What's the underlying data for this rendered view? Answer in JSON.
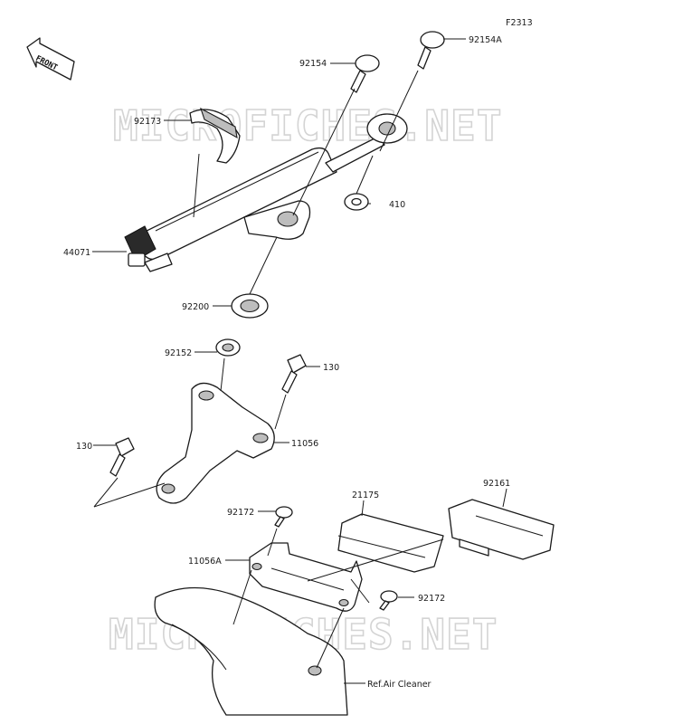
{
  "figure_code": "F2313",
  "front_label": "FRONT",
  "watermark": "MICROFICHES.NET",
  "parts": {
    "p92154A": "92154A",
    "p92154": "92154",
    "p92173": "92173",
    "p410": "410",
    "p44071": "44071",
    "p92200": "92200",
    "p92152": "92152",
    "p130_right": "130",
    "p130_left": "130",
    "p11056": "11056",
    "p92161": "92161",
    "p21175": "21175",
    "p92172_top": "92172",
    "p11056A": "11056A",
    "p92172_right": "92172",
    "ref_air_cleaner": "Ref.Air Cleaner"
  }
}
